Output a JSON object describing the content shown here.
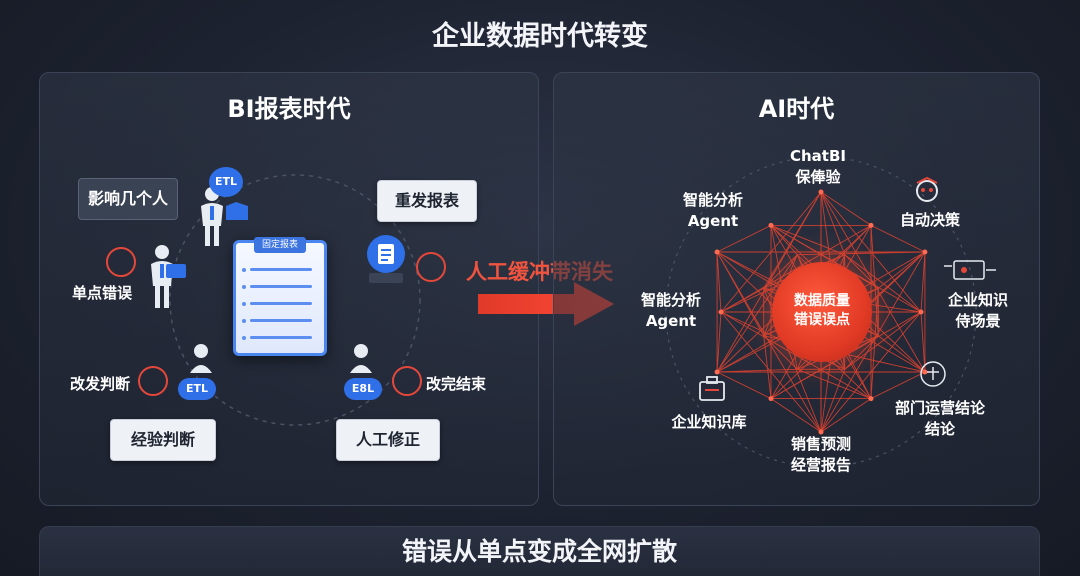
{
  "title": "企业数据时代转变",
  "left_panel": {
    "title": "BI报表时代",
    "callouts": {
      "influence": "影响几个人",
      "resend": "重发报表",
      "experience": "经验判断",
      "manual_fix": "人工修正"
    },
    "labels": {
      "single_error": "单点错误",
      "change_judgment": "改发判断",
      "finish": "改完结束"
    },
    "etl_badges": [
      "ETL",
      "ETL",
      "E8L"
    ],
    "document_tab": "固定报表"
  },
  "arrow_text": "人工缓冲带消失",
  "right_panel": {
    "title": "AI时代",
    "center": [
      "数据质量",
      "错误误点"
    ],
    "nodes": {
      "chatbi": [
        "ChatBI",
        "保俸验"
      ],
      "smart_agent_top": [
        "智能分析",
        "Agent"
      ],
      "auto_decision": "自动决策",
      "smart_agent_mid": [
        "智能分析",
        "Agent"
      ],
      "knowledge_scene": [
        "企业知识",
        "侍场景"
      ],
      "knowledge_base": "企业知识库",
      "dept_ops": [
        "部门运营结论",
        "结论"
      ],
      "sales_forecast": [
        "销售预测",
        "经营报告"
      ]
    }
  },
  "bottom_text": "错误从单点变成全网扩散",
  "colors": {
    "accent_red": "#e5483a",
    "accent_blue": "#2f6fe8"
  }
}
